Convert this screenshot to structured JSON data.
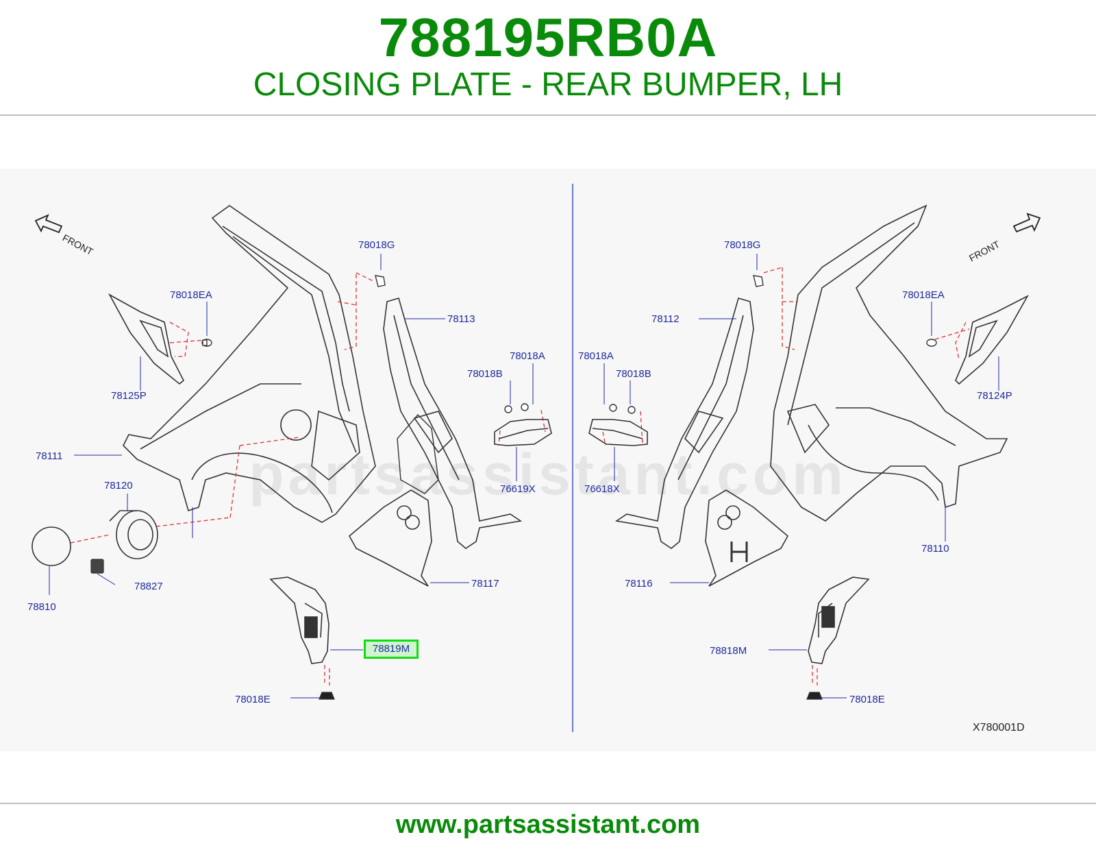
{
  "header": {
    "part_number": "788195RB0A",
    "part_title": "CLOSING PLATE - REAR BUMPER, LH"
  },
  "diagram": {
    "front_label_left": "FRONT",
    "front_label_right": "FRONT",
    "watermark": "partsassistant.com",
    "diagram_code": "X780001D",
    "highlighted_callout": "78819M",
    "callouts": [
      "78018G",
      "78018EA",
      "78113",
      "78018A",
      "78018B",
      "78125P",
      "78111",
      "76619X",
      "78120",
      "78117",
      "78810",
      "78827",
      "78819M",
      "78018E",
      "78018G",
      "78112",
      "78018EA",
      "78018A",
      "78018B",
      "78124P",
      "76618X",
      "78110",
      "78116",
      "78818M",
      "78018E"
    ]
  },
  "footer": {
    "url": "www.partsassistant.com"
  }
}
